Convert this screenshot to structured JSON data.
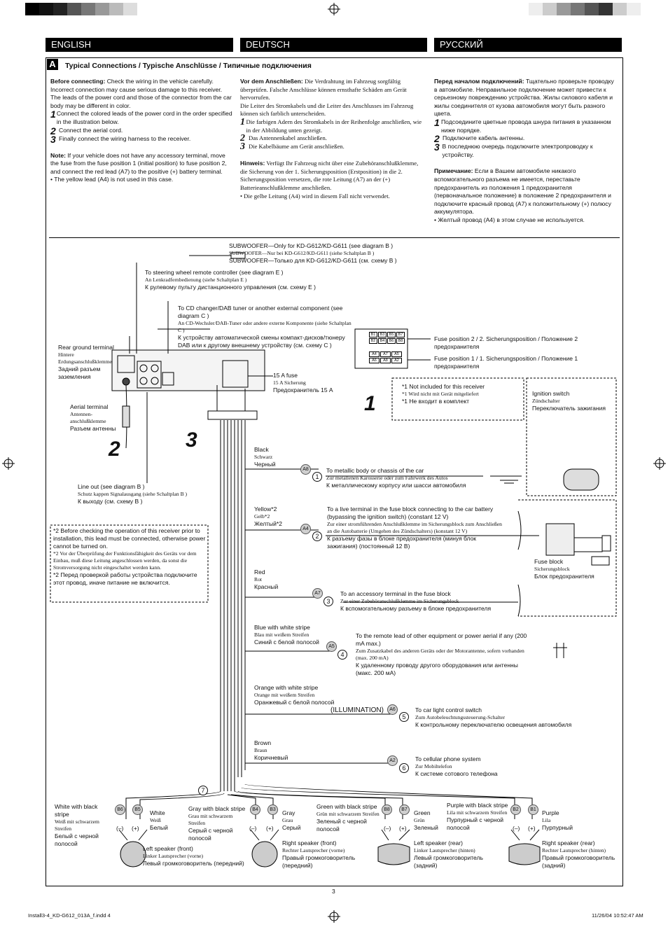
{
  "headers": {
    "english": "ENGLISH",
    "deutsch": "DEUTSCH",
    "russian": "РУССКИЙ"
  },
  "section": {
    "letter": "A",
    "title_bold": "Typical Connections / Typische Anschlüsse / ",
    "title_ru": "Типичные подключения"
  },
  "en": {
    "before_label": "Before connecting:",
    "before_text": "Check the wiring in the vehicle carefully. Incorrect connection may cause serious damage to this receiver.",
    "before_text2": "The leads of the power cord and those of the connector from the car body may be different in color.",
    "steps": [
      "Connect the colored leads of the power cord in the order specified in the illustration below.",
      "Connect the aerial cord.",
      "Finally connect the wiring harness to the receiver."
    ],
    "note_label": "Note:",
    "note_text": "If your vehicle does not have any accessory terminal, move the fuse from the fuse position 1 (initial position) to fuse position 2, and connect the red lead (A7) to the positive (+) battery terminal.",
    "note_bullet": "• The yellow lead (A4) is not used in this case."
  },
  "de": {
    "before_label": "Vor dem Anschließen:",
    "before_text": "Die Verdrahtung im Fahrzeug sorgfältig überprüfen. Falsche Anschlüsse können ernsthafte Schäden am Gerät hervorrufen.",
    "before_text2": "Die Leiter des Stromkabels und die Leiter des Anschlusses im Fahrzeug können sich farblich unterscheiden.",
    "steps": [
      "Die farbigen Adern des Stromkabels in der Reihenfolge anschließen, wie in der Abbildung unten gezeigt.",
      "Das Antennenkabel anschließen.",
      "Die Kabelbäume am Gerät anschließen."
    ],
    "note_label": "Hinweis:",
    "note_text": "Verfügt Ihr Fahrzeug nicht über eine Zubehöranschlußklemme, die Sicherung von der 1. Sicherungsposition (Erstposition) in die 2. Sicherungsposition versetzen, die rote Leitung (A7) an der (+) Batterieanschlußklemme anschließen.",
    "note_bullet": "• Die gelbe Leitung (A4) wird in diesem Fall nicht verwendet."
  },
  "ru": {
    "before_label": "Перед началом подключений:",
    "before_text": "Тщательно проверьте проводку в автомобиле. Неправильное подключение может привести к серьезному повреждению устройства. Жилы силового кабеля и жилы соединителя от кузова автомобиля могут быть разного цвета.",
    "steps": [
      "Подсоедините цветные провода шнура питания в указанном ниже порядке.",
      "Подключите кабель антенны.",
      "В последнюю очередь подключите электропроводку к устройству."
    ],
    "note_label": "Примечание:",
    "note_text": "Если в Вашем автомобиле никакого вспомогательного разъема не имеется, переставьте предохранитель из положения 1 предохранителя (первоначальное положение) в положение 2 предохранителя и подключите красный провод (A7) к положительному (+) полюсу аккумулятора.",
    "note_bullet": "• Желтый провод (A4) в этом случае не используется."
  },
  "step_numbers": [
    "1",
    "2",
    "3"
  ],
  "diagram": {
    "subwoofer": [
      "SUBWOOFER—Only for KD-G612/KD-G611 (see diagram B )",
      "SUBWOOFER—Nur bei KD-G612/KD-G611 (siehe Schaltplan B )",
      "SUBWOOFER—Только для KD-G612/KD-G611 (см. схему B )"
    ],
    "steering": [
      "To steering wheel remote controller (see diagram E )",
      "An Lenkradfernbedienung (siehe Schaltplan E )",
      "К рулевому пульту дистанционного управления (см. схему E )"
    ],
    "changer": [
      "To CD changer/DAB tuner or another external component (see diagram C )",
      "An CD-Wechsler/DAB-Tuner oder andere externe Komponente (siehe Schaltplan C )",
      "К устройству автоматической смены компакт-дисков/тюнеру DAB или к другому внешнему устройству (см. схему C )"
    ],
    "rear_ground": [
      "Rear ground terminal",
      "Hintere Erdungsanschlußklemme",
      "Задний разъем заземления"
    ],
    "aerial": [
      "Aerial terminal",
      "Antennen-anschlußklemme",
      "Разъем антенны"
    ],
    "lineout": [
      "Line out (see diagram B )",
      "Schutz kappen Signalausgang (siehe Schaltplan B )",
      "К выходу (см. схему B )"
    ],
    "fuse15": [
      "15 A fuse",
      "15 A Sicherung",
      "Предохранитель 15 A"
    ],
    "fuse_pos2": [
      "Fuse position 2 / 2. Sicherungsposition / Положение 2",
      "предохранителя"
    ],
    "fuse_pos1": [
      "Fuse position 1 / 1. Sicherungsposition / Положение 1",
      "предохранителя"
    ],
    "fuse_pins_top": [
      "B1",
      "B3",
      "B5",
      "B7",
      "B2",
      "B4",
      "B6",
      "B8"
    ],
    "fuse_pins_bottom": [
      "A4",
      "A7",
      "A5",
      "A6",
      "A8",
      "A2"
    ],
    "not_included": [
      "*1  Not included for this receiver",
      "*1  Wird nicht mit Gerät mitgeliefert",
      "*1  Не входит в комплект"
    ],
    "ignition": [
      "Ignition switch",
      "Zündschalter",
      "Переключатель зажигания"
    ],
    "fuse_block": [
      "Fuse block",
      "Sicherungsblock",
      "Блок предохранителя"
    ],
    "footnotes": [
      "*2  Before checking the operation of this receiver prior to installation, this lead must be connected, otherwise power cannot be turned on.",
      "*2  Vor der Überprüfung der Funktionsfähigkeit des Geräts vor dem Einbau, muß diese Leitung angeschlossen werden, da sonst die Stromversorgung nicht eingeschaltet werden kann.",
      "*2  Перед проверкой работы устройства подключите этот провод, иначе питание не включится."
    ],
    "wires": [
      {
        "en": "Black",
        "de": "Schwarz",
        "ru": "Черный",
        "pin": "A8",
        "num": "1",
        "dest_en": "To metallic body or chassis of the car",
        "dest_de": "Zur metallenen Karosserie oder zum Fahrwerk des Autos",
        "dest_ru": "К металлическому корпусу или шасси автомобиля"
      },
      {
        "en": "Yellow*2",
        "de": "Gelb*2",
        "ru": "Желтый*2",
        "pin": "A4",
        "num": "2",
        "dest_en": "To a live terminal in the fuse block connecting to the car battery (bypassing the ignition switch) (constant 12 V)",
        "dest_de": "Zur einer stromführenden Anschlußklemme im Sicherungsblock zum Anschließen an die Autobatterie (Umgehen des Zündschalters) (konstant 12 V)",
        "dest_ru": "К разъему фазы в блоке предохранителя (минуя блок зажигания) (постоянный 12 В)"
      },
      {
        "en": "Red",
        "de": "Rot",
        "ru": "Красный",
        "pin": "A7",
        "num": "3",
        "dest_en": "To an accessory terminal in the fuse block",
        "dest_de": "Zur einer Zubehöranschlußklemme im Sicherungsblock",
        "dest_ru": "К вспомогательному разъему в блоке предохранителя"
      },
      {
        "en": "Blue with white stripe",
        "de": "Blau mit weißem Streifen",
        "ru": "Синий с белой полосой",
        "pin": "A5",
        "num": "4",
        "dest_en": "To the remote lead of other equipment or power aerial if any (200 mA max.)",
        "dest_de": "Zum Zusatzkabel des anderen Geräts oder der Motorantenne, sofern vorhanden (max. 200 mA)",
        "dest_ru": "К удаленному проводу другого оборудования или антенны (макс. 200 мА)"
      },
      {
        "en": "Orange with white stripe",
        "de": "Orange mit weißem Streifen",
        "ru": "Оранжевый с белой полосой",
        "pin": "A6",
        "num": "5",
        "dest_en": "To car light control switch",
        "dest_de": "Zum Autobeleuchtungssteuerung-Schalter",
        "dest_ru": "К контрольному переключателю освещения автомобиля"
      },
      {
        "en": "Brown",
        "de": "Braun",
        "ru": "Коричневый",
        "pin": "A2",
        "num": "6",
        "dest_en": "To cellular phone system",
        "dest_de": "Zur Mobiltelefon",
        "dest_ru": "К системе сотового телефона"
      }
    ],
    "illumination": "(ILLUMINATION)",
    "seven": "7",
    "speakers": [
      {
        "name_en": "Left speaker (front)",
        "name_de": "Linker Lautsprecher (vorne)",
        "name_ru": "Левый громкоговоритель (передний)",
        "a_en": "White with black stripe",
        "a_de": "Weiß mit schwarzem Streifen",
        "a_ru": "Белый с черной полосой",
        "a_pin": "B6",
        "b_en": "White",
        "b_de": "Weiß",
        "b_ru": "Белый",
        "b_pin": "B5"
      },
      {
        "name_en": "Right speaker (front)",
        "name_de": "Rechter Lautsprecher (vorne)",
        "name_ru": "Правый громкоговоритель (передний)",
        "a_en": "Gray with black stripe",
        "a_de": "Grau mit schwarzem Streifen",
        "a_ru": "Серый с черной полосой",
        "a_pin": "B4",
        "b_en": "Gray",
        "b_de": "Grau",
        "b_ru": "Серый",
        "b_pin": "B3"
      },
      {
        "name_en": "Left speaker (rear)",
        "name_de": "Linker Lautsprecher (hinten)",
        "name_ru": "Левый громкоговоритель (задний)",
        "a_en": "Green with black stripe",
        "a_de": "Grün mit schwarzem Streifen",
        "a_ru": "Зеленый с черной полосой",
        "a_pin": "B8",
        "b_en": "Green",
        "b_de": "Grün",
        "b_ru": "Зеленый",
        "b_pin": "B7"
      },
      {
        "name_en": "Right speaker (rear)",
        "name_de": "Rechter Lautsprecher (hinten)",
        "name_ru": "Правый громкоговоритель (задний)",
        "a_en": "Purple with black stripe",
        "a_de": "Lila mit schwarzem Streifen",
        "a_ru": "Пурпурный с черной полосой",
        "a_pin": "B2",
        "b_en": "Purple",
        "b_de": "Lila",
        "b_ru": "Пурпурный",
        "b_pin": "B1"
      }
    ],
    "polarity": [
      "(–)",
      "(+)"
    ]
  },
  "footer": {
    "page": "3",
    "file": "Install3-4_KD-G612_013A_f.indd   4",
    "date": "11/26/04   10:52:47 AM"
  }
}
